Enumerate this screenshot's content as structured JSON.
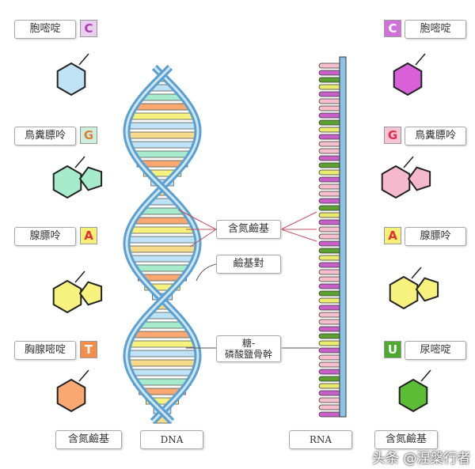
{
  "left_bases": [
    {
      "name": "胞嘧啶",
      "letter": "C",
      "ring_color": "#bfe2f5",
      "letter_bg": "#e9d0f0",
      "letter_color": "#b03cb0"
    },
    {
      "name": "鳥糞膘呤",
      "letter": "G",
      "ring_color": "#a6eccc",
      "letter_bg": "#cdeedd",
      "letter_color": "#e07a3c"
    },
    {
      "name": "腺膘呤",
      "letter": "A",
      "ring_color": "#f7f27e",
      "letter_bg": "#f7ef7a",
      "letter_color": "#e03030"
    },
    {
      "name": "胸腺嘧啶",
      "letter": "T",
      "ring_color": "#f8a870",
      "letter_bg": "#f48c4c",
      "letter_color": "#ffffff"
    }
  ],
  "right_bases": [
    {
      "name": "胞嘧啶",
      "letter": "C",
      "ring_color": "#d860d8",
      "letter_bg": "#d070d8",
      "letter_color": "#ffffff"
    },
    {
      "name": "鳥糞膘呤",
      "letter": "G",
      "ring_color": "#f5b8cc",
      "letter_bg": "#f6c4d4",
      "letter_color": "#e03050"
    },
    {
      "name": "腺膘呤",
      "letter": "A",
      "ring_color": "#f7f27e",
      "letter_bg": "#f7ef7a",
      "letter_color": "#e03030"
    },
    {
      "name": "尿嘧啶",
      "letter": "U",
      "ring_color": "#5cbc34",
      "letter_bg": "#4caa30",
      "letter_color": "#ffffff"
    }
  ],
  "center_labels": {
    "nitrogen_base": "含氮鹼基",
    "base_pair": "鹼基對",
    "backbone_line1": "糖-",
    "backbone_line2": "磷酸鹽骨幹"
  },
  "bottom_labels": {
    "left": "含氮鹼基",
    "dna": "DNA",
    "rna": "RNA",
    "right": "含氮鹼基"
  },
  "watermark": "头条 @涅槃行者",
  "colors": {
    "helix_strand": "#5aa0d0",
    "pointer_line": "#c05060",
    "rna_backbone": "#8cc4e8"
  }
}
